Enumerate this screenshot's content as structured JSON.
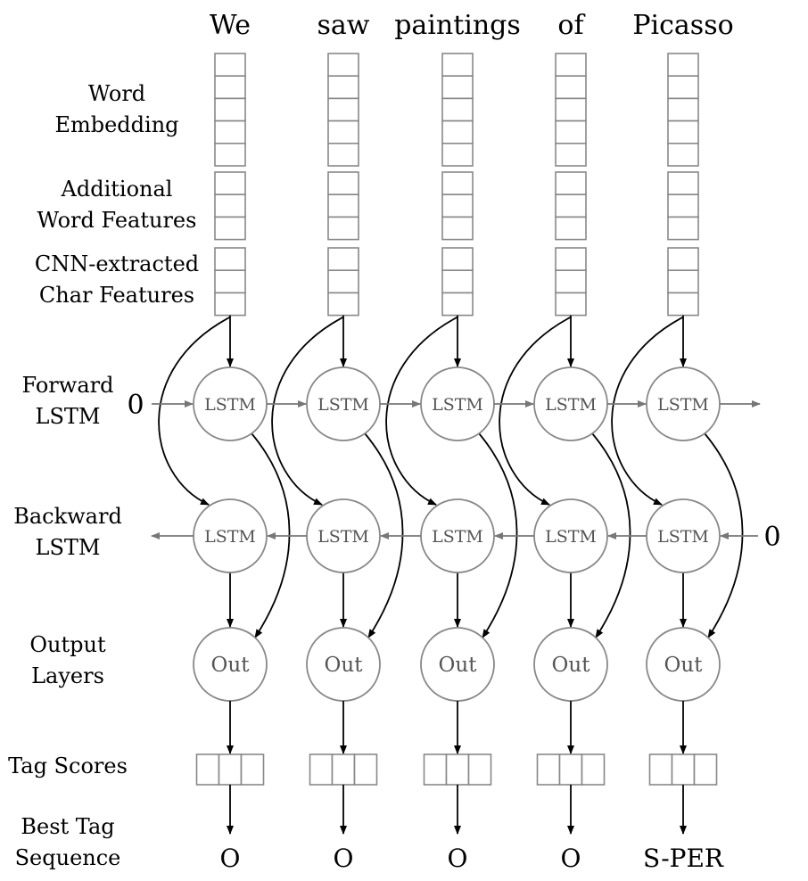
{
  "words": [
    "We",
    "saw",
    "paintings",
    "of",
    "Picasso"
  ],
  "tags": [
    "O",
    "O",
    "O",
    "O",
    "S-PER"
  ],
  "row_labels": {
    "word_embedding": [
      "Word",
      "Embedding"
    ],
    "additional_features": [
      "Additional",
      "Word Features"
    ],
    "char_features": [
      "CNN-extracted",
      "Char Features"
    ],
    "forward_lstm": [
      "Forward",
      "LSTM"
    ],
    "backward_lstm": [
      "Backward",
      "LSTM"
    ],
    "output_layers": [
      "Output",
      "Layers"
    ],
    "tag_scores": [
      "Tag Scores"
    ],
    "best_tag_sequence": [
      "Best Tag",
      "Sequence"
    ]
  },
  "node_labels": {
    "lstm": "LSTM",
    "out": "Out"
  },
  "initial_state_label": "0",
  "colors": {
    "primary_arrow": "#000000",
    "recurrent_arrow": "#777777",
    "node_stroke": "#888888",
    "node_text": "#555555"
  }
}
